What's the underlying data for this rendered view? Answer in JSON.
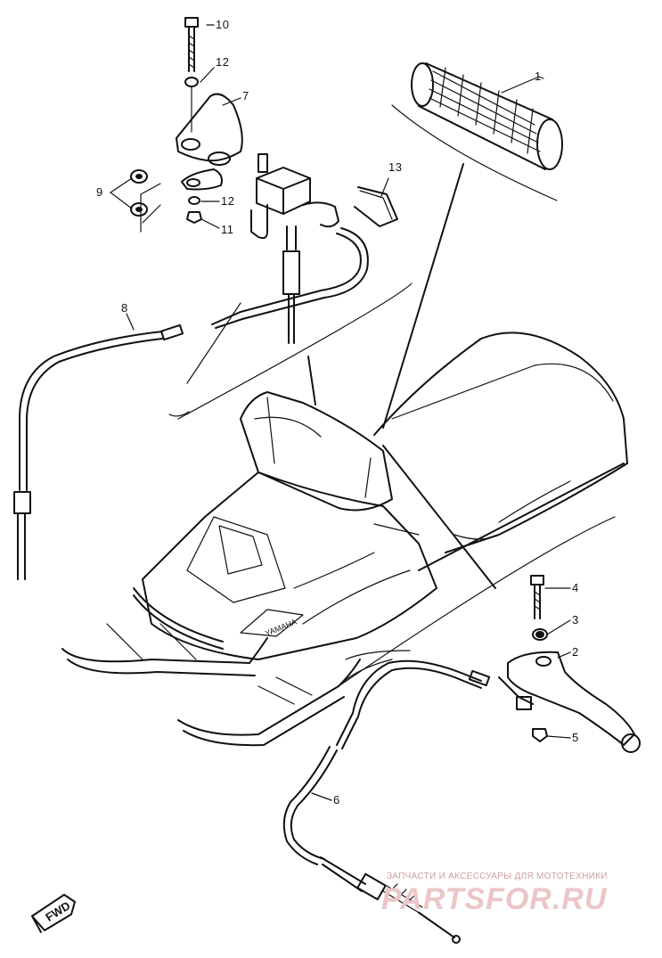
{
  "callouts": [
    {
      "id": "1",
      "text": "1"
    },
    {
      "id": "2",
      "text": "2"
    },
    {
      "id": "3",
      "text": "3"
    },
    {
      "id": "4",
      "text": "4"
    },
    {
      "id": "5",
      "text": "5"
    },
    {
      "id": "6",
      "text": "6"
    },
    {
      "id": "7",
      "text": "7"
    },
    {
      "id": "8",
      "text": "8"
    },
    {
      "id": "9",
      "text": "9"
    },
    {
      "id": "10",
      "text": "10"
    },
    {
      "id": "11",
      "text": "11"
    },
    {
      "id": "12a",
      "text": "12"
    },
    {
      "id": "12b",
      "text": "12"
    },
    {
      "id": "13",
      "text": "13"
    }
  ],
  "fwd_label": "FWD",
  "brand_on_hood": "YAMAHA",
  "watermark": {
    "top": "ЗАПЧАСТИ И АКСЕССУАРЫ ДЛЯ МОТОТЕХНИКИ",
    "main": "PARTSFOR.RU"
  }
}
